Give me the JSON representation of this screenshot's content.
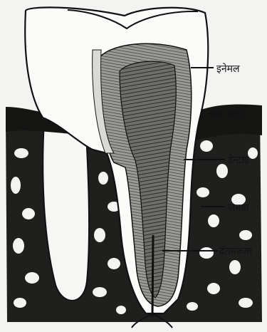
{
  "labels": {
    "enamel": "इनेमल",
    "gums": "मसूढ़े",
    "dentine": "डेन्टाइ",
    "jaw": "जबड़ा",
    "pulp": "दंतमज्जा"
  },
  "colors": {
    "ink": "#111111",
    "paper": "#f3f3f1",
    "enamel": "#fbfbf9",
    "dentine": "#7a7a76",
    "bone": "#1c1c1c"
  }
}
